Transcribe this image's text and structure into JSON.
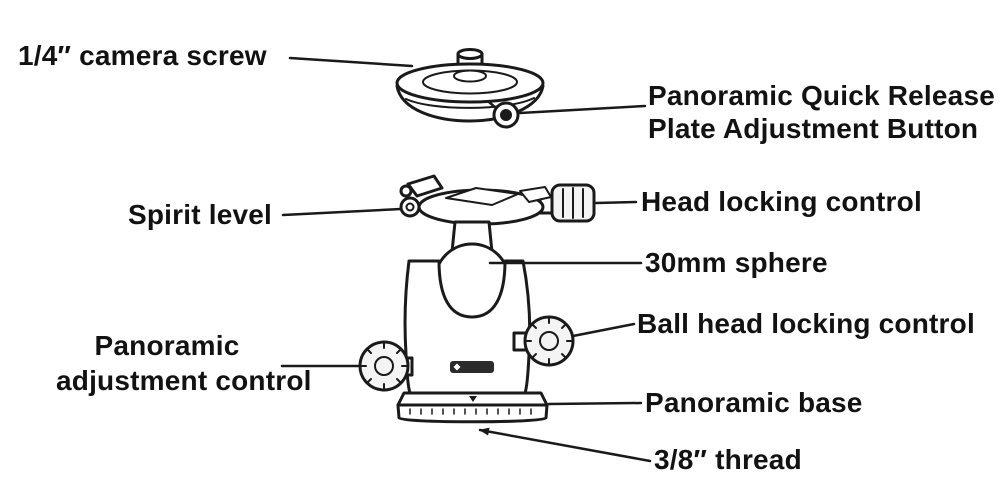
{
  "diagram": {
    "subject": "tripod-ball-head-parts-diagram",
    "colors": {
      "ink": "#1a1a1a",
      "background": "#ffffff",
      "knob_fill": "#f4f4f4",
      "logo_fill": "#2b2b2b"
    },
    "labels": {
      "camera_screw": "1/4″ camera screw",
      "qr_button_line1": "Panoramic Quick Release",
      "qr_button_line2": "Plate Adjustment Button",
      "spirit_level": "Spirit level",
      "head_locking": "Head locking control",
      "sphere": "30mm sphere",
      "ball_head_locking": "Ball head locking control",
      "pan_adjust_line1": "Panoramic",
      "pan_adjust_line2": "adjustment control",
      "panoramic_base": "Panoramic base",
      "thread": "3/8″ thread"
    }
  }
}
